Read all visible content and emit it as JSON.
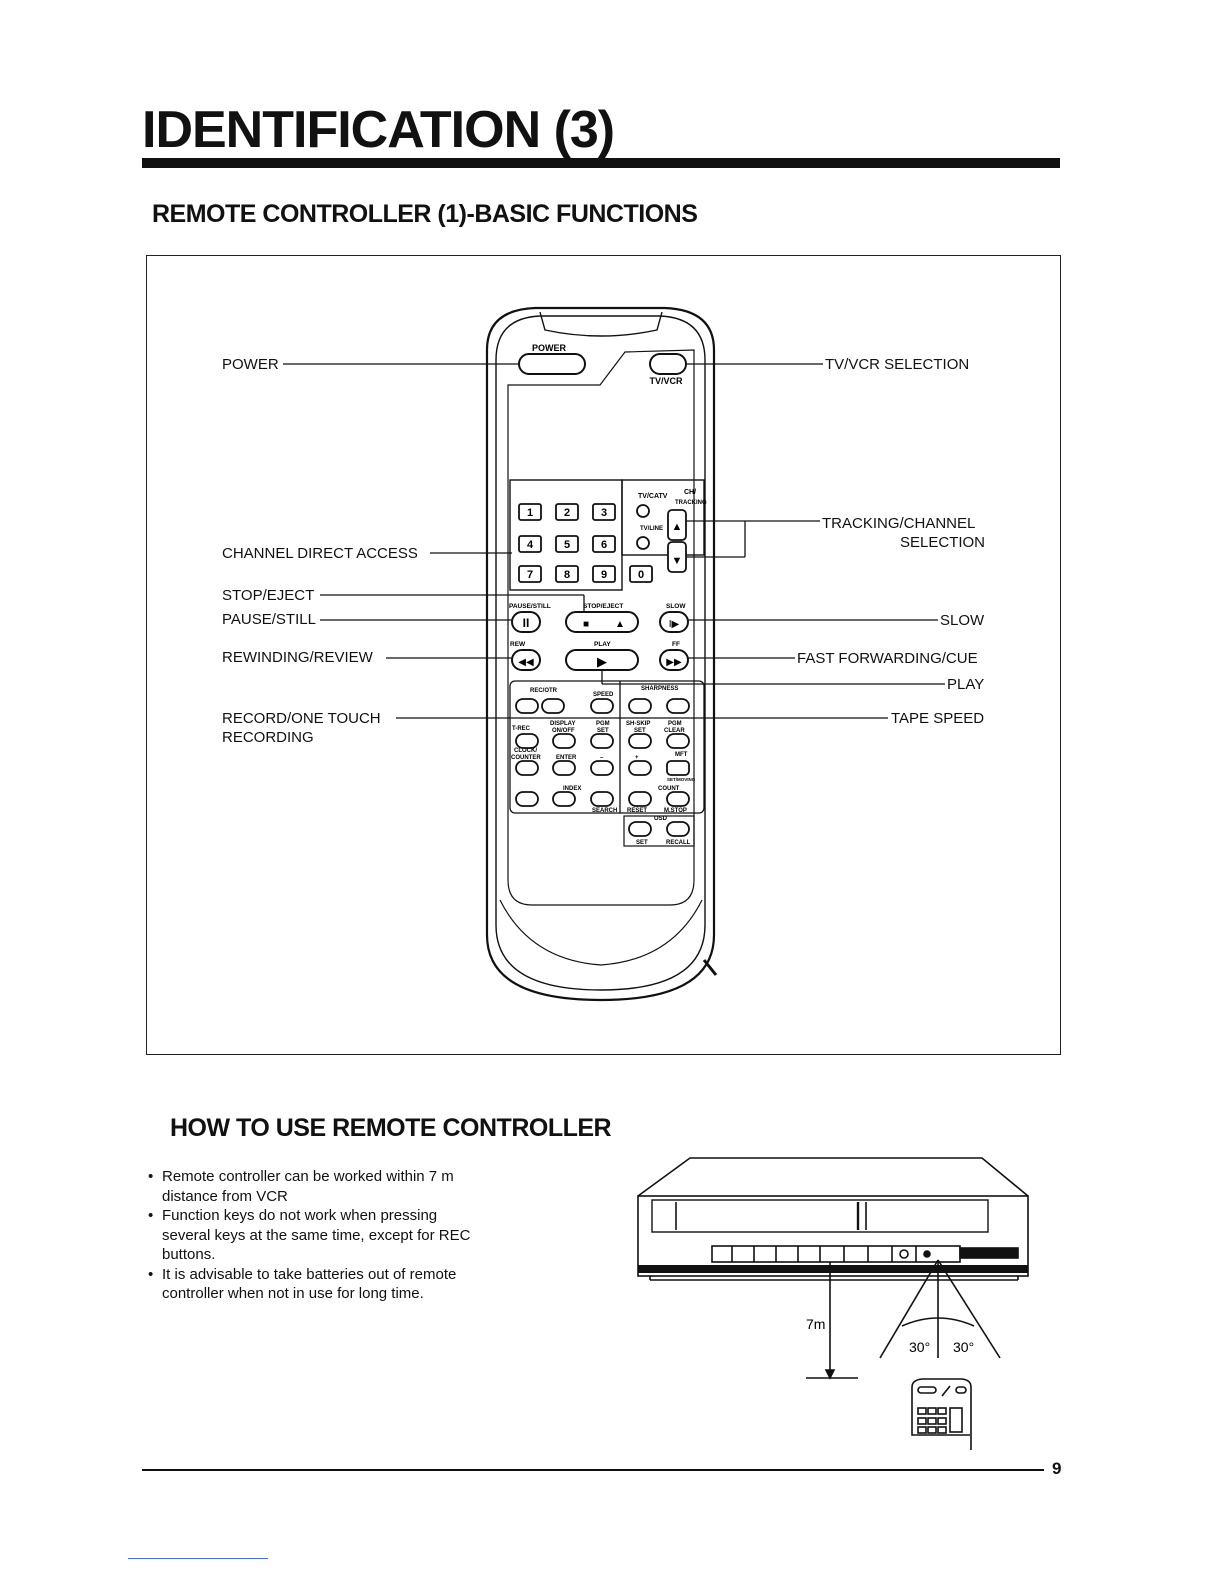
{
  "page": {
    "title": "IDENTIFICATION (3)",
    "page_number": "9"
  },
  "remote_section": {
    "heading": "REMOTE CONTROLLER (1)-BASIC FUNCTIONS",
    "callouts_left": {
      "power": "POWER",
      "channel_direct_access": "CHANNEL DIRECT ACCESS",
      "stop_eject": "STOP/EJECT",
      "pause_still": "PAUSE/STILL",
      "rewinding_review": "REWINDING/REVIEW",
      "record_one_touch_line1": "RECORD/ONE TOUCH",
      "record_one_touch_line2": "RECORDING"
    },
    "callouts_right": {
      "tv_vcr_selection": "TV/VCR SELECTION",
      "tracking_channel_line1": "TRACKING/CHANNEL",
      "tracking_channel_line2": "SELECTION",
      "slow": "SLOW",
      "fast_forwarding_cue": "FAST FORWARDING/CUE",
      "play": "PLAY",
      "tape_speed": "TAPE SPEED"
    },
    "remote_labels": {
      "power": "POWER",
      "tv_vcr": "TV/VCR",
      "tv_catv": "TV/CATV",
      "ch_tracking_1": "CH/",
      "ch_tracking_2": "TRACKING",
      "tv_line": "TV/LINE",
      "digits": [
        "1",
        "2",
        "3",
        "4",
        "5",
        "6",
        "7",
        "8",
        "9",
        "0"
      ],
      "pause_still": "PAUSE/STILL",
      "stop_eject": "STOP/EJECT",
      "slow": "SLOW",
      "rew": "REW",
      "play": "PLAY",
      "ff": "FF",
      "rec_otr": "REC/OTR",
      "speed": "SPEED",
      "sharpness": "SHARPNESS",
      "t_rec": "T-REC",
      "display_on_off_1": "DISPLAY",
      "display_on_off_2": "ON/OFF",
      "pgm_set_1": "PGM",
      "pgm_set_2": "SET",
      "sh_skip_set_1": "SH-SKIP",
      "sh_skip_set_2": "SET",
      "pgm_clear_1": "PGM",
      "pgm_clear_2": "CLEAR",
      "clock_counter_1": "CLOCK/",
      "clock_counter_2": "COUNTER",
      "enter": "ENTER",
      "minus": "–",
      "plus": "+",
      "mft_1": "MFT",
      "mft_2": "SET/MOVING",
      "index": "INDEX",
      "count": "COUNT",
      "search": "SEARCH",
      "reset": "RESET",
      "m_stop": "M.STOP",
      "osd": "OSD",
      "set": "SET",
      "recall": "RECALL"
    }
  },
  "usage_section": {
    "heading": "HOW TO USE REMOTE CONTROLLER",
    "bullets": [
      {
        "line1": "Remote controller can be worked within 7 m",
        "line2": "distance from VCR",
        "line3": ""
      },
      {
        "line1": "Function keys do not work when pressing",
        "line2": "several keys at the same time, except for REC",
        "line3": "buttons."
      },
      {
        "line1": "It is advisable to take batteries out of remote",
        "line2": "controller when not in use for long time.",
        "line3": ""
      }
    ],
    "bullet_mark": "•",
    "vcr_figure": {
      "distance": "7m",
      "angle_left": "30°",
      "angle_right": "30°"
    }
  }
}
